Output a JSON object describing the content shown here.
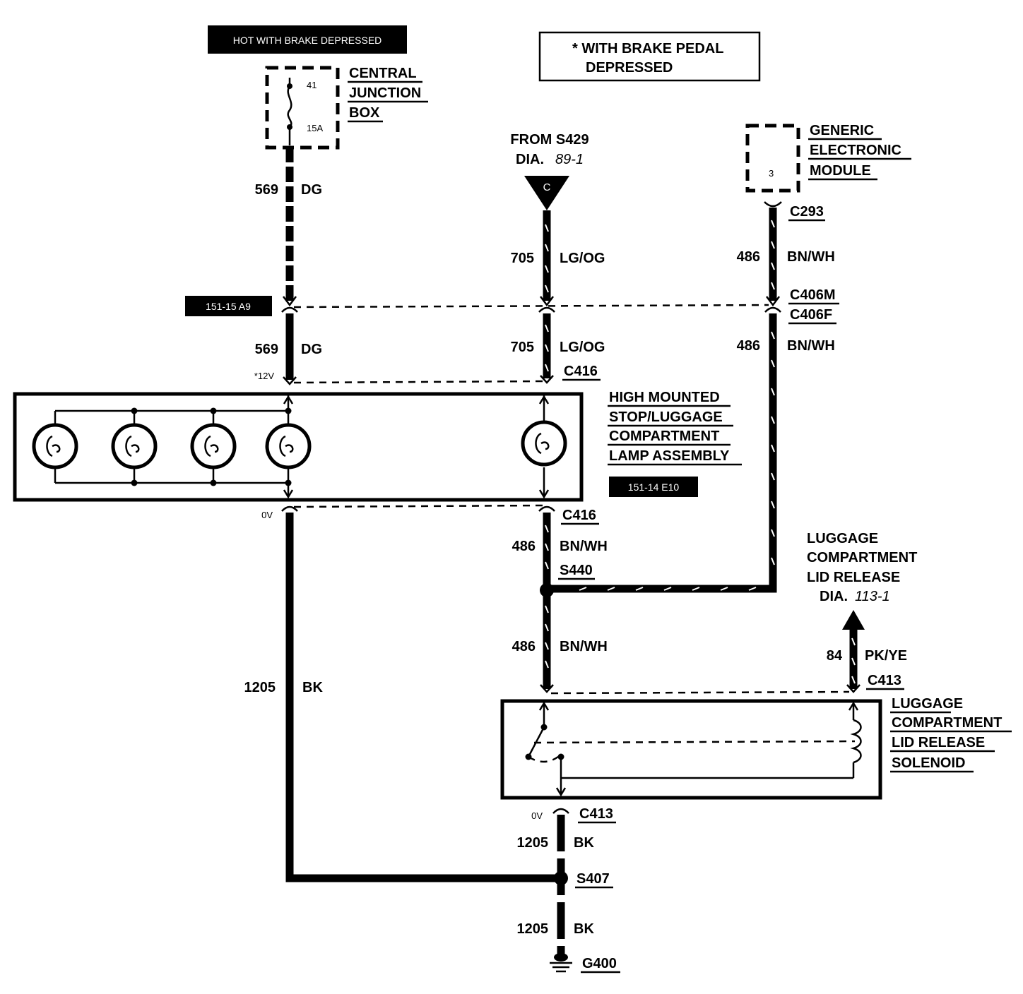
{
  "diagram": {
    "top_tag": "HOT WITH BRAKE DEPRESSED",
    "note_line1": "* WITH BRAKE PEDAL",
    "note_line2": "DEPRESSED",
    "cjb": {
      "line1": "CENTRAL",
      "line2": "JUNCTION",
      "line3": "BOX",
      "fuse_number": "41",
      "fuse_rating": "15A"
    },
    "gem": {
      "line1": "GENERIC",
      "line2": "ELECTRONIC",
      "line3": "MODULE",
      "pin": "3"
    },
    "from_s429": {
      "line1": "FROM S429",
      "line2_prefix": "DIA.",
      "line2_ref": "89-1",
      "letter": "C"
    },
    "wires": {
      "w569_top": {
        "number": "569",
        "color": "DG"
      },
      "w569_bot": {
        "number": "569",
        "color": "DG"
      },
      "w705_top": {
        "number": "705",
        "color": "LG/OG"
      },
      "w705_bot": {
        "number": "705",
        "color": "LG/OG"
      },
      "w486_top": {
        "number": "486",
        "color": "BN/WH"
      },
      "w486_mid": {
        "number": "486",
        "color": "BN/WH"
      },
      "w486_c416": {
        "number": "486",
        "color": "BN/WH"
      },
      "w486_low": {
        "number": "486",
        "color": "BN/WH"
      },
      "w84": {
        "number": "84",
        "color": "PK/YE"
      },
      "w1205_left": {
        "number": "1205",
        "color": "BK"
      },
      "w1205_c413": {
        "number": "1205",
        "color": "BK"
      },
      "w1205_ground": {
        "number": "1205",
        "color": "BK"
      }
    },
    "connectors": {
      "c293": "C293",
      "c406m": "C406M",
      "c406f": "C406F",
      "c416_top": "C416",
      "c416_bot": "C416",
      "s440": "S440",
      "c413_top": "C413",
      "c413_bot": "C413",
      "s407": "S407",
      "g400": "G400"
    },
    "tags": {
      "tag_a9": "151-15 A9",
      "tag_e10": "151-14 E10"
    },
    "voltages": {
      "v12": "*12V",
      "v0_left": "0V",
      "v0_right": "0V"
    },
    "lamp_assembly": {
      "line1": "HIGH MOUNTED",
      "line2": "STOP/LUGGAGE",
      "line3": "COMPARTMENT",
      "line4": "LAMP ASSEMBLY"
    },
    "lid_release": {
      "line1": "LUGGAGE",
      "line2": "COMPARTMENT",
      "line3": "LID RELEASE",
      "line4_prefix": "DIA.",
      "line4_ref": "113-1"
    },
    "solenoid": {
      "line1": "LUGGAGE",
      "line2": "COMPARTMENT",
      "line3": "LID RELEASE",
      "line4": "SOLENOID"
    }
  }
}
